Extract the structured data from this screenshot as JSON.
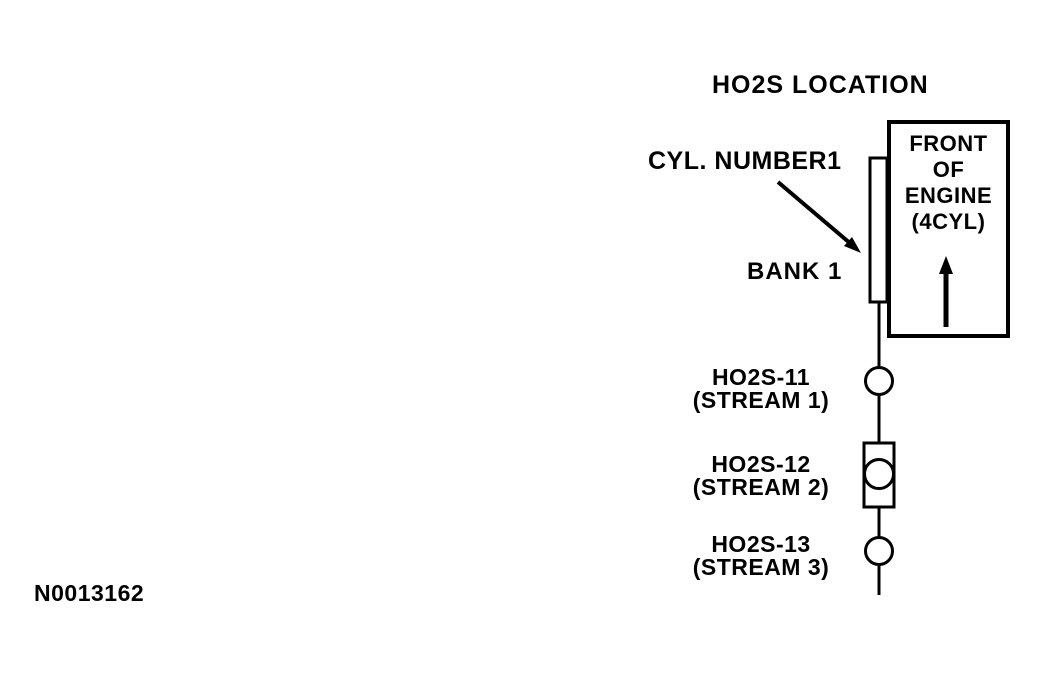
{
  "diagram": {
    "title": "HO2S LOCATION",
    "cyl_label": "CYL. NUMBER1",
    "bank_label": "BANK 1",
    "engine_box": {
      "line1": "FRONT",
      "line2": "OF",
      "line3": "ENGINE",
      "line4": "(4CYL)"
    },
    "sensors": [
      {
        "name": "HO2S-11",
        "stream": "(STREAM 1)"
      },
      {
        "name": "HO2S-12",
        "stream": "(STREAM 2)"
      },
      {
        "name": "HO2S-13",
        "stream": "(STREAM 3)"
      }
    ],
    "figure_number": "N0013162",
    "colors": {
      "ink": "#000000",
      "background": "#ffffff"
    }
  }
}
